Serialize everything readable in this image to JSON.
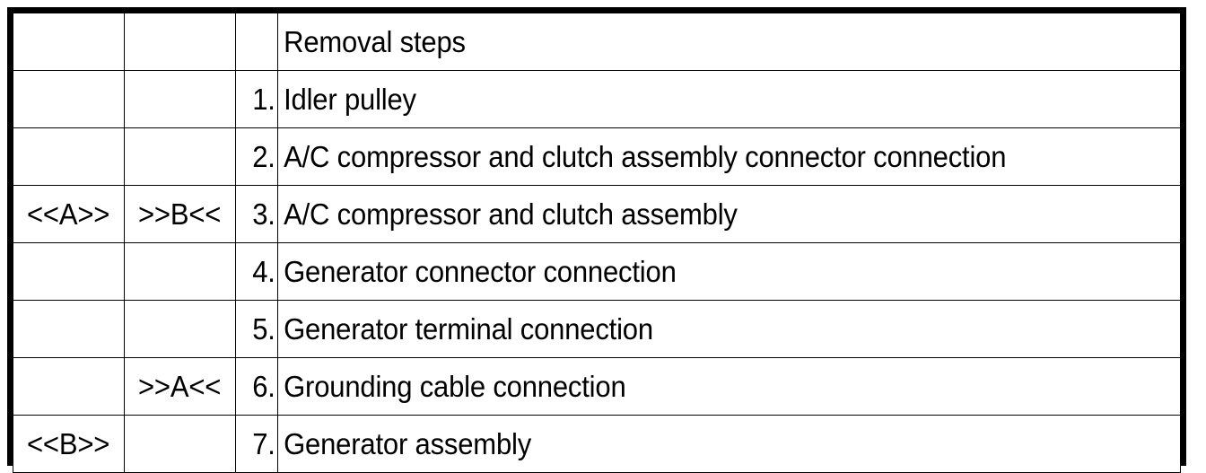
{
  "table": {
    "columns": [
      {
        "key": "mark_a",
        "header": ""
      },
      {
        "key": "mark_b",
        "header": ""
      },
      {
        "key": "number",
        "header": ""
      },
      {
        "key": "description",
        "header": "Removal steps"
      }
    ],
    "header": {
      "mark_a": "",
      "mark_b": "",
      "number": "",
      "description": "Removal steps"
    },
    "rows": [
      {
        "mark_a": "",
        "mark_b": "",
        "number": "1.",
        "description": "Idler pulley"
      },
      {
        "mark_a": "",
        "mark_b": "",
        "number": "2.",
        "description": "A/C compressor and clutch assembly connector connection"
      },
      {
        "mark_a": "<<A>>",
        "mark_b": ">>B<<",
        "number": "3.",
        "description": "A/C compressor and clutch assembly"
      },
      {
        "mark_a": "",
        "mark_b": "",
        "number": "4.",
        "description": "Generator connector connection"
      },
      {
        "mark_a": "",
        "mark_b": "",
        "number": "5.",
        "description": "Generator terminal connection"
      },
      {
        "mark_a": "",
        "mark_b": ">>A<<",
        "number": "6.",
        "description": "Grounding cable connection"
      },
      {
        "mark_a": "<<B>>",
        "mark_b": "",
        "number": "7.",
        "description": "Generator assembly"
      }
    ]
  },
  "style": {
    "text_color": "#000000",
    "background_color": "#ffffff",
    "border_color": "#000000"
  }
}
